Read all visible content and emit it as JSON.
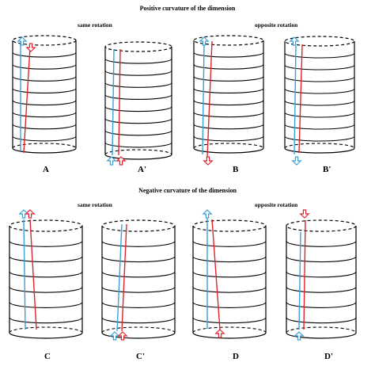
{
  "sections": [
    {
      "title": "Positive curvature of the dimension",
      "left_label": "same rotation",
      "right_label": "opposite rotation",
      "panels": [
        {
          "letter": "A"
        },
        {
          "letter": "A'"
        },
        {
          "letter": "B"
        },
        {
          "letter": "B'"
        }
      ]
    },
    {
      "title": "Negative curvature of the dimension",
      "left_label": "same rotation",
      "right_label": "opposite rotation",
      "panels": [
        {
          "letter": "C"
        },
        {
          "letter": "C'"
        },
        {
          "letter": "D"
        },
        {
          "letter": "D'"
        }
      ]
    }
  ],
  "colors": {
    "line": "#000000",
    "blue": "#3aa0d8",
    "red": "#e0242c"
  },
  "icons": {
    "up_arrow": "up-arrow-icon",
    "down_arrow": "down-arrow-icon"
  }
}
